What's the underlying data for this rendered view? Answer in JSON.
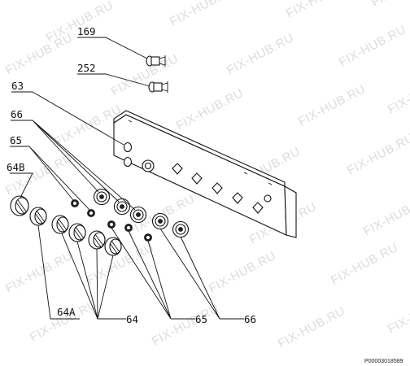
{
  "watermark": {
    "text": "FIX-HUB.RU"
  },
  "callouts": {
    "c169": "169",
    "c252": "252",
    "c63": "63",
    "c66_top": "66",
    "c65_top": "65",
    "c64B": "64B",
    "c64A": "64A",
    "c64": "64",
    "c65_bottom": "65",
    "c66_bottom": "66"
  },
  "document_id": "P00003018589"
}
